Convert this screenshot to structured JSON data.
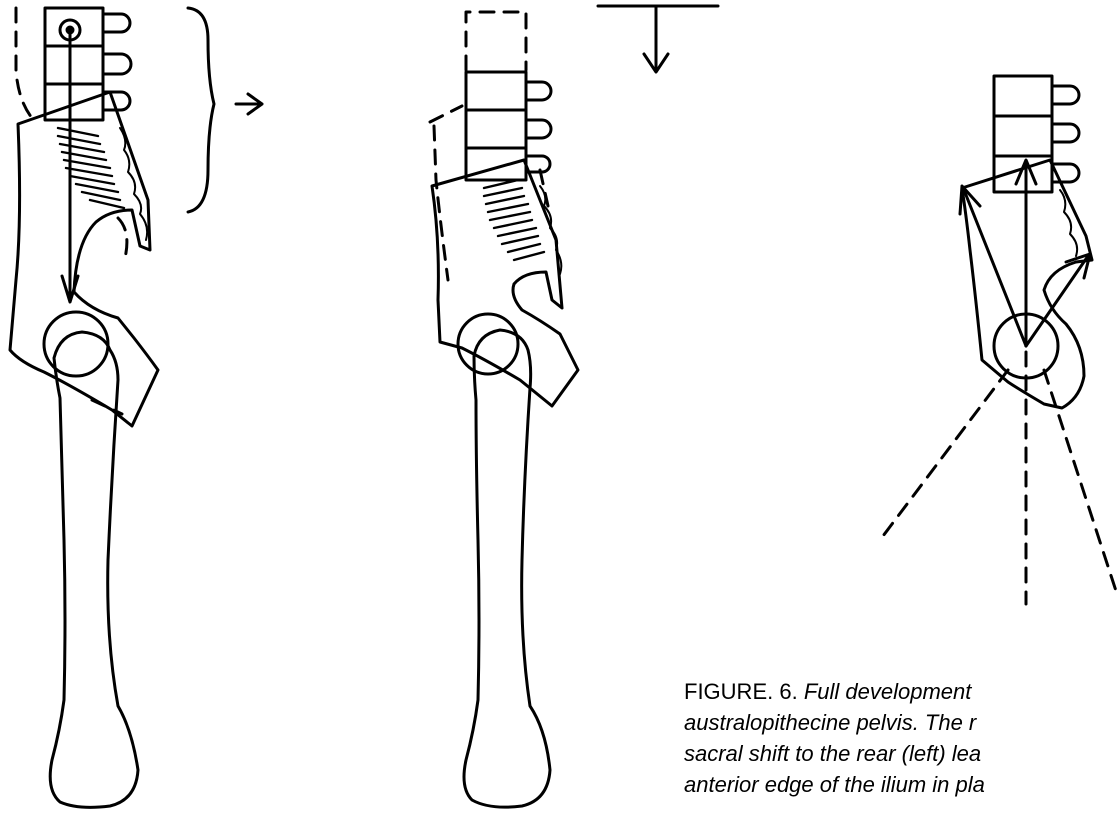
{
  "caption": {
    "label": "FIGURE. 6.",
    "lines": [
      "Full development",
      "australopithecine pelvis.  The r",
      "sacral shift to the rear (left) lea",
      "anterior edge of the ilium in pla"
    ]
  }
}
